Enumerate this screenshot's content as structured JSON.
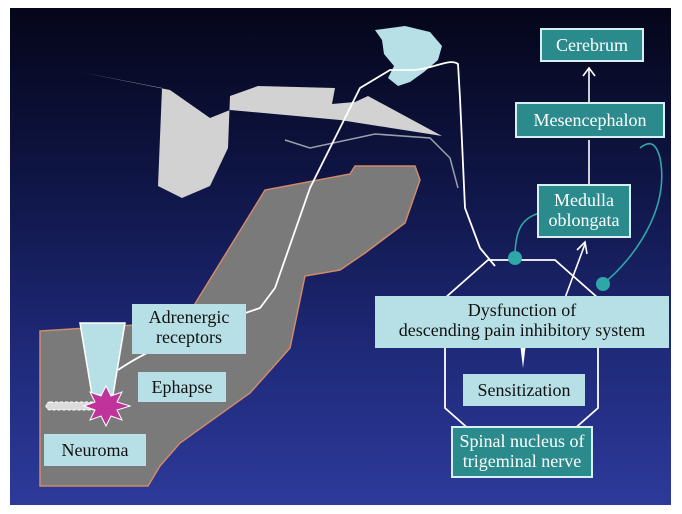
{
  "labels": {
    "cerebrum": "Cerebrum",
    "mesencephalon": "Mesencephalon",
    "medulla_line1": "Medulla",
    "medulla_line2": "oblongata",
    "adrenergic_line1": "Adrenergic",
    "adrenergic_line2": "receptors",
    "dysfunction_line1": "Dysfunction of",
    "dysfunction_line2": "descending pain inhibitory system",
    "ephapse": "Ephapse",
    "sensitization": "Sensitization",
    "neuroma": "Neuroma",
    "spinal_line1": "Spinal nucleus of",
    "spinal_line2": "trigeminal nerve"
  },
  "colors": {
    "background_top": "#05061a",
    "background_bottom": "#2d3a9a",
    "bone_gray": "#7a7a7a",
    "light_box": "#b7dfe6",
    "teal_box": "#2a8a8c",
    "neuroma_magenta": "#c0339a"
  }
}
